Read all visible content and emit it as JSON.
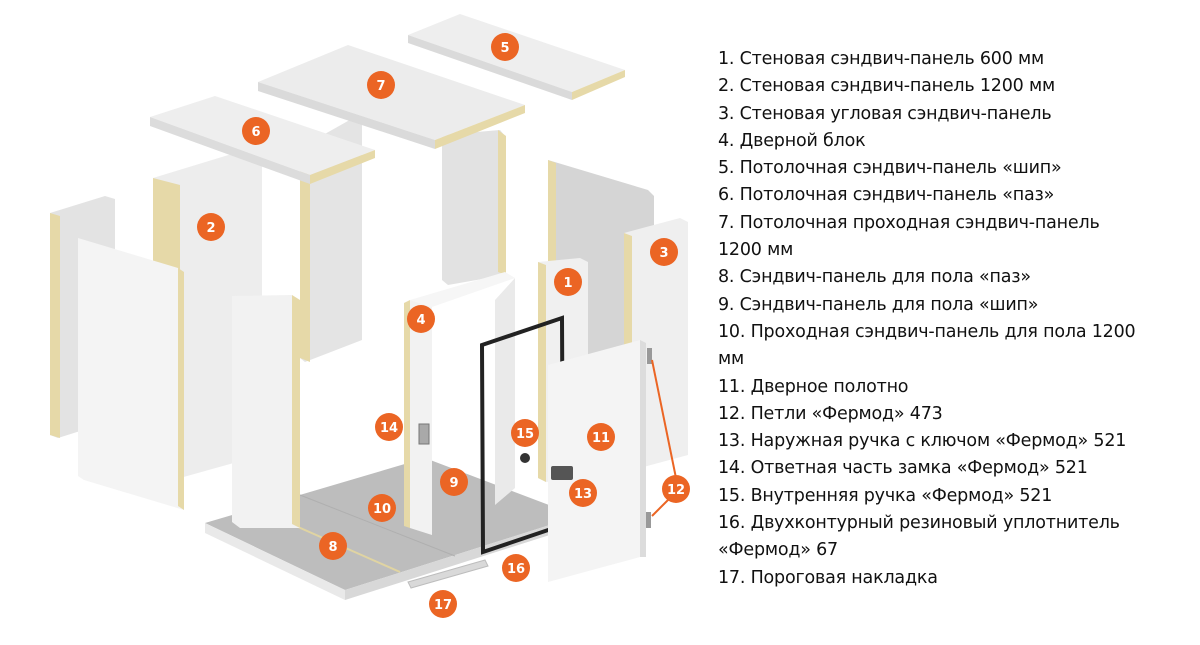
{
  "colors": {
    "marker": "#EB6524",
    "panel_face": "#EFEFEF",
    "panel_shade": "#D3D3D3",
    "panel_core": "#E6D9A8",
    "floor_metal": "#BDBDBD",
    "door_frame": "#222222"
  },
  "markers": [
    "1",
    "2",
    "3",
    "4",
    "5",
    "6",
    "7",
    "8",
    "9",
    "10",
    "11",
    "12",
    "13",
    "14",
    "15",
    "16",
    "17"
  ],
  "legend": [
    {
      "text": "1. Стеновая сэндвич-панель 600 мм"
    },
    {
      "text": "2. Стеновая сэндвич-панель 1200 мм"
    },
    {
      "text": "3. Стеновая угловая сэндвич-панель"
    },
    {
      "text": "4. Дверной блок"
    },
    {
      "text": "5. Потолочная сэндвич-панель «шип»"
    },
    {
      "text": "6. Потолочная сэндвич-панель «паз»"
    },
    {
      "text": "7. Потолочная проходная сэндвич-панель"
    },
    {
      "text": "1200 мм"
    },
    {
      "text": "8. Сэндвич-панель для пола «паз»"
    },
    {
      "text": "9. Сэндвич-панель для пола «шип»"
    },
    {
      "text": "10. Проходная сэндвич-панель для пола 1200"
    },
    {
      "text": "мм"
    },
    {
      "text": "11. Дверное полотно"
    },
    {
      "text": "12. Петли «Фермод» 473"
    },
    {
      "text": "13. Наружная ручка с ключом «Фермод» 521"
    },
    {
      "text": "14. Ответная часть замка «Фермод» 521"
    },
    {
      "text": "15. Внутренняя ручка «Фермод» 521"
    },
    {
      "text": "16. Двухконтурный резиновый уплотнитель"
    },
    {
      "text": "«Фермод» 67"
    },
    {
      "text": "17. Пороговая накладка"
    }
  ]
}
